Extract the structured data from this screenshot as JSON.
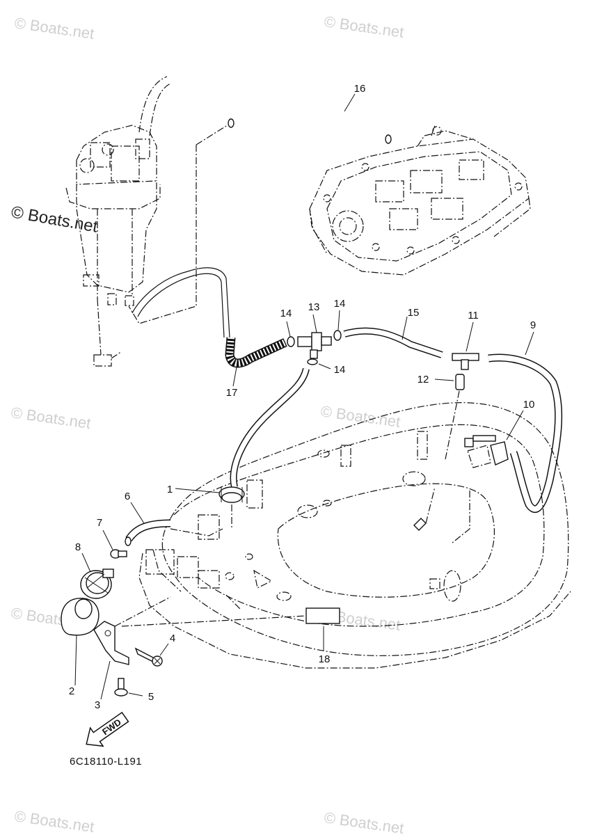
{
  "watermarks": {
    "brand": "© Boats.net"
  },
  "drawing_code": "6C18110-L191",
  "fwd_label": "FWD",
  "callouts": {
    "c1": "1",
    "c2": "2",
    "c3": "3",
    "c4": "4",
    "c5": "5",
    "c6": "6",
    "c7": "7",
    "c8": "8",
    "c9": "9",
    "c10": "10",
    "c11": "11",
    "c12": "12",
    "c13": "13",
    "c14a": "14",
    "c14b": "14",
    "c14c": "14",
    "c15": "15",
    "c16": "16",
    "c17": "17",
    "c18": "18"
  },
  "icons": {
    "fwd_arrow": "fwd-arrow-icon"
  }
}
